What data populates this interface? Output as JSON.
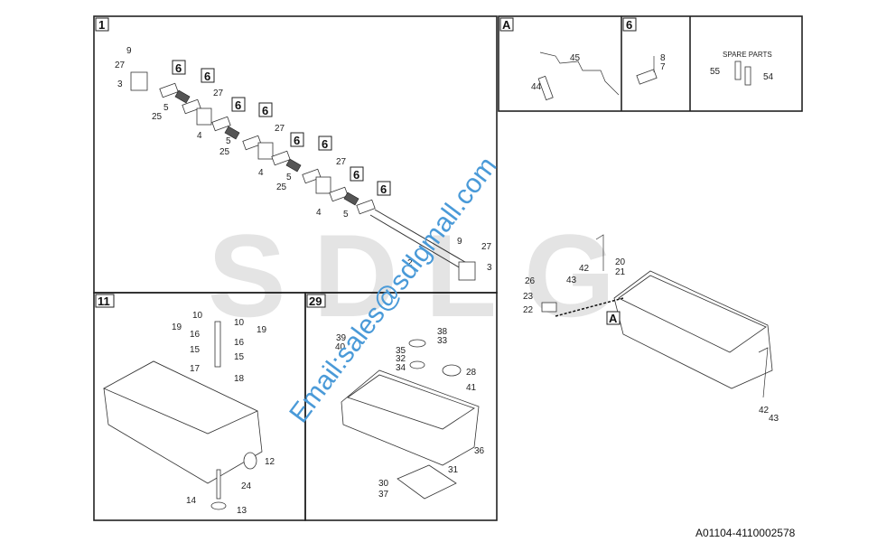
{
  "logo_text": "SDLG",
  "watermark": "Email:sales@sdlgmall.com",
  "drawing_number": "A01104-4110002578",
  "panels": {
    "p1": {
      "tag": "1",
      "callouts": [
        "9",
        "27",
        "3",
        "27",
        "5",
        "25",
        "4",
        "27",
        "5",
        "25",
        "4",
        "27",
        "5",
        "25",
        "4",
        "5",
        "2",
        "9",
        "27",
        "3"
      ],
      "sub_refs": [
        "6",
        "6",
        "6",
        "6",
        "6",
        "6",
        "6",
        "6"
      ]
    },
    "pA": {
      "tag": "A",
      "callouts": [
        "45",
        "44"
      ]
    },
    "p6": {
      "tag": "6",
      "callouts": [
        "8",
        "7"
      ]
    },
    "spare": {
      "title": "SPARE PARTS",
      "callouts": [
        "55",
        "54"
      ]
    },
    "p11": {
      "tag": "11",
      "callouts": [
        "10",
        "10",
        "19",
        "19",
        "16",
        "16",
        "15",
        "15",
        "17",
        "18",
        "12",
        "24",
        "14",
        "13"
      ]
    },
    "p29": {
      "tag": "29",
      "callouts": [
        "39",
        "40",
        "38",
        "33",
        "35",
        "32",
        "34",
        "28",
        "41",
        "36",
        "31",
        "30",
        "37"
      ]
    },
    "assembly": {
      "ref": "A",
      "callouts": [
        "20",
        "21",
        "42",
        "26",
        "43",
        "23",
        "22",
        "42",
        "43"
      ]
    }
  }
}
